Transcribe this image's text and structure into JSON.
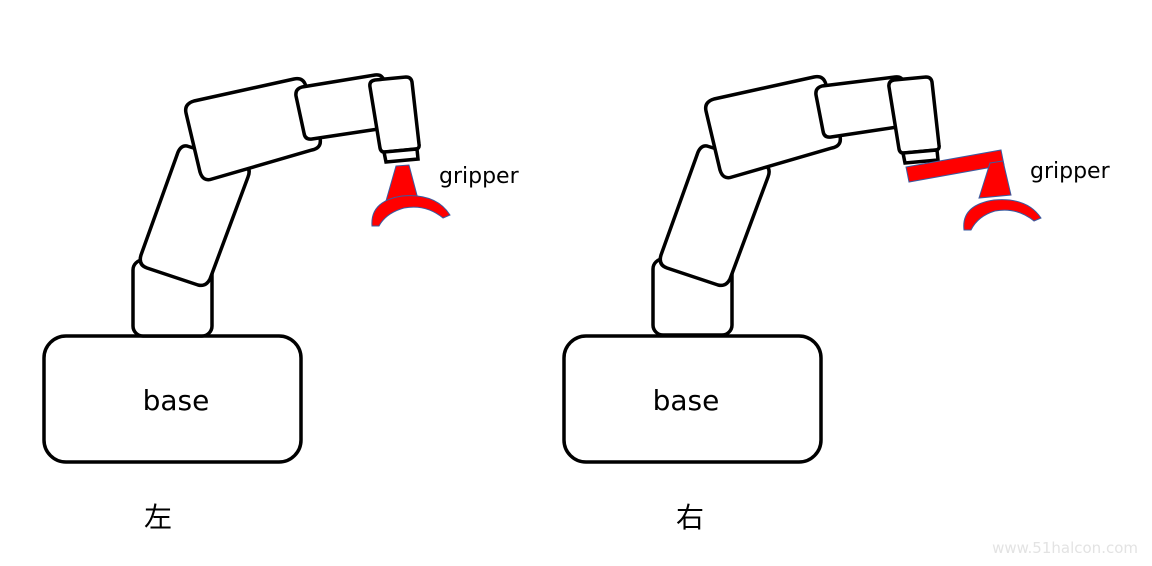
{
  "colors": {
    "gripper_fill": "#ff0000",
    "gripper_outline": "#3a5ba0",
    "outline": "#000000",
    "watermark": "#e3e3e3"
  },
  "left_arm": {
    "base_label": "base",
    "gripper_label": "gripper",
    "caption": "左"
  },
  "right_arm": {
    "base_label": "base",
    "gripper_label": "gripper",
    "caption": "右"
  },
  "watermark": "www.51halcon.com"
}
